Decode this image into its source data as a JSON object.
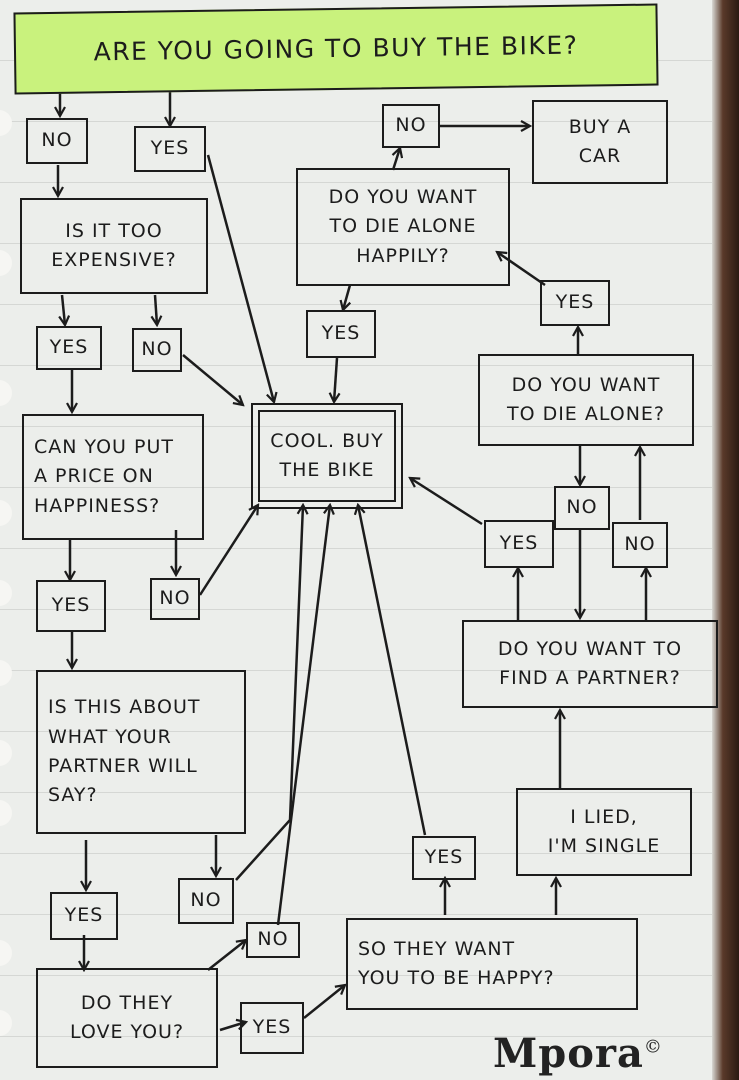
{
  "title": "ARE YOU GOING TO BUY THE BIKE?",
  "nodes": {
    "start_no": "NO",
    "start_yes": "YES",
    "too_expensive": "IS IT TOO\nEXPENSIVE?",
    "exp_yes": "YES",
    "exp_no": "NO",
    "price_happiness": "CAN YOU PUT\nA PRICE ON\nHAPPINESS?",
    "price_yes": "YES",
    "price_no": "NO",
    "partner_say": "IS THIS ABOUT\nWHAT YOUR\nPARTNER WILL\nSAY?",
    "partner_yes": "YES",
    "partner_no": "NO",
    "love_you": "DO THEY\nLOVE YOU?",
    "love_no": "NO",
    "love_yes": "YES",
    "want_happy": "SO THEY WANT\nYOU TO BE HAPPY?",
    "happy_yes": "YES",
    "lied_single": "I LIED,\nI'M SINGLE",
    "find_partner": "DO YOU WANT TO\nFIND A PARTNER?",
    "find_yes": "YES",
    "find_no": "NO",
    "die_alone": "DO YOU WANT\nTO DIE ALONE?",
    "die_alone_no": "NO",
    "die_alone_yes": "YES",
    "die_happily": "DO YOU WANT\nTO DIE ALONE\nHAPPILY?",
    "happily_yes": "YES",
    "happily_no": "NO",
    "buy_car": "BUY A\nCAR",
    "buy_bike": "COOL. BUY\nTHE BIKE"
  },
  "watermark": "Mpora",
  "watermark_symbol": "©",
  "colors": {
    "title_highlight": "#c9f27d",
    "ink": "#1c1c1c",
    "paper": "#eceeeb"
  }
}
